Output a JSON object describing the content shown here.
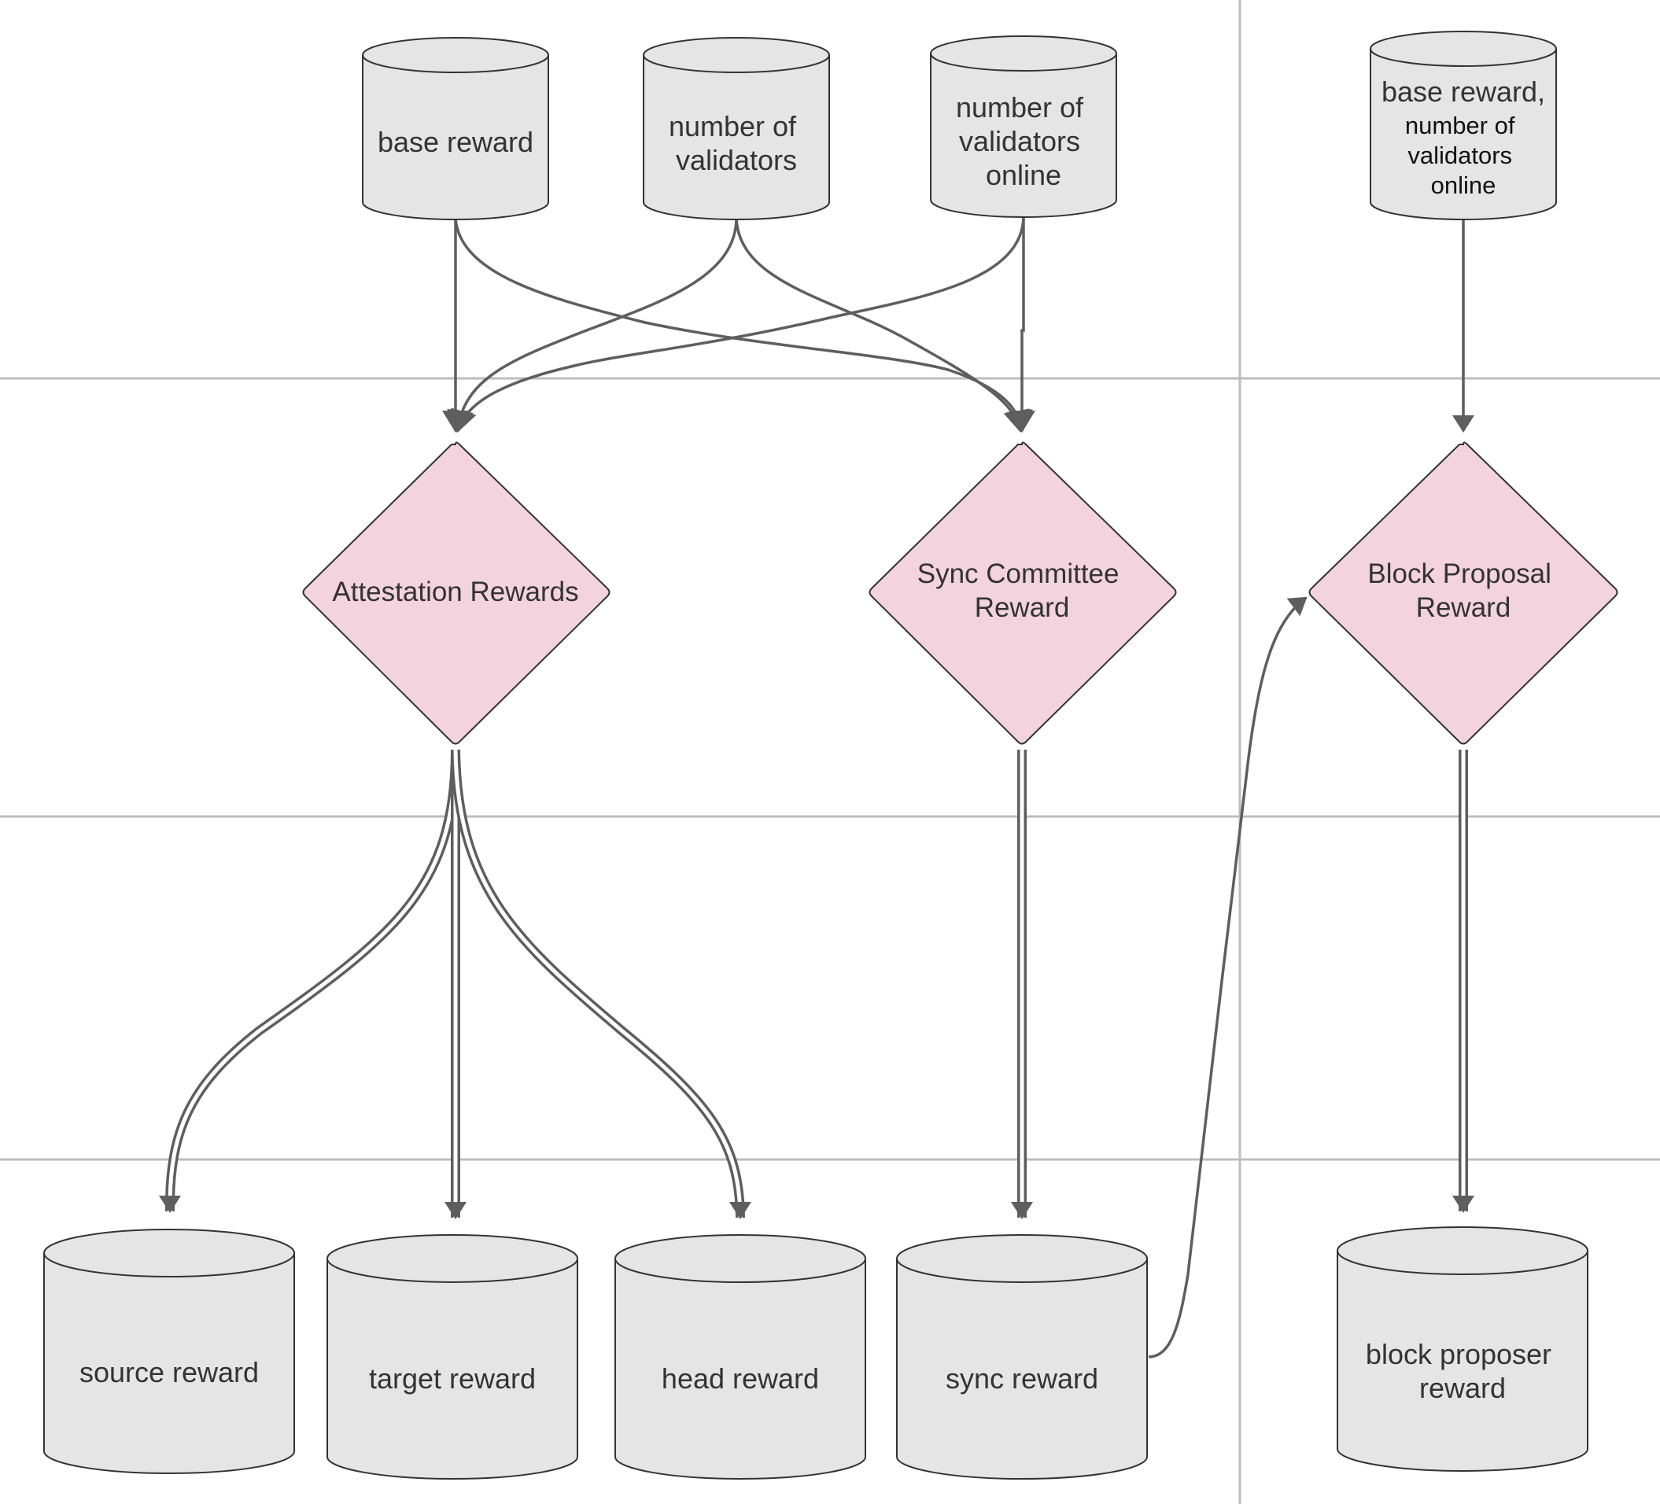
{
  "colors": {
    "cylinder_fill": "#e5e5e5",
    "diamond_fill": "#f3d3de",
    "stroke": "#333333",
    "edge": "#5e5e5e",
    "gridline": "#bdbdbd",
    "text": "#333333"
  },
  "inputs": {
    "base_reward": [
      "base reward"
    ],
    "num_validators": [
      "number of",
      "validators"
    ],
    "num_online": [
      "number of",
      "validators",
      "online"
    ],
    "base_reward_combo_first": "base reward,",
    "base_reward_combo_rest": [
      "number of",
      "validators",
      "online"
    ]
  },
  "processes": {
    "attestation": [
      "Attestation Rewards"
    ],
    "sync_committee": [
      "Sync Committee",
      "Reward"
    ],
    "block_proposal": [
      "Block Proposal",
      "Reward"
    ]
  },
  "outputs": {
    "source": [
      "source reward"
    ],
    "target": [
      "target reward"
    ],
    "head": [
      "head reward"
    ],
    "sync": [
      "sync reward"
    ],
    "block_proposer": [
      "block proposer",
      "reward"
    ]
  }
}
